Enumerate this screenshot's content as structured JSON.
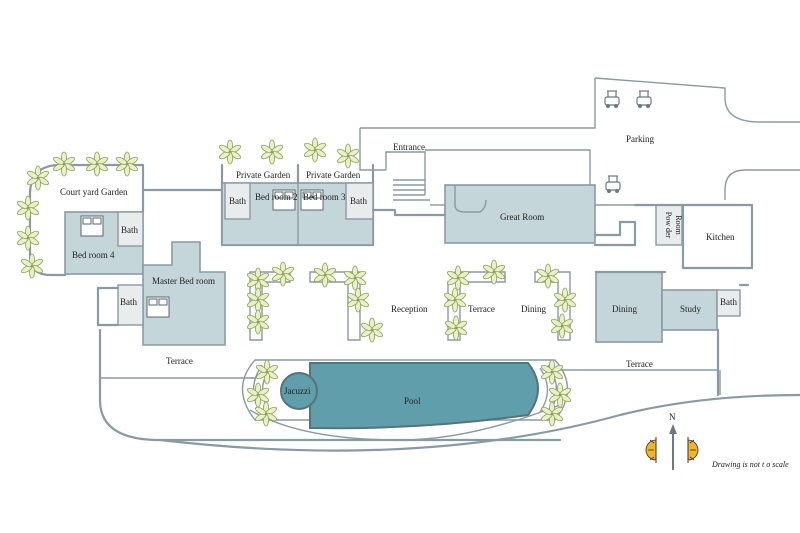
{
  "labels": {
    "parking": "Parking",
    "entrance": "Entrance",
    "courtyard_garden": "Court yard Garden",
    "private_garden_1": "Private Garden",
    "private_garden_2": "Private Garden",
    "bath_1": "Bath",
    "bath_2": "Bath",
    "bath_3": "Bath",
    "bath_4": "Bath",
    "bath_5": "Bath",
    "bedroom_2": "Bed room 2",
    "bedroom_3": "Bed room 3",
    "bedroom_4": "Bed room 4",
    "master_bedroom": "Master Bed room",
    "great_room": "Great Room",
    "powder_room_1": "Pow der",
    "powder_room_2": "Room",
    "kitchen": "Kitchen",
    "reception": "Reception",
    "terrace_center": "Terrace",
    "dining_center": "Dining",
    "dining_room": "Dining",
    "study": "Study",
    "terrace_left": "Terrace",
    "terrace_right": "Terrace",
    "jacuzzi": "Jacuzzi",
    "pool": "Pool",
    "compass_n": "N",
    "scale_note": "Drawing is not t o scale"
  },
  "colors": {
    "room_fill": "#c4d6d9",
    "pool_fill": "#5f9eaa",
    "wall": "#8a9aa3",
    "plant": "#e8f0c8",
    "sun": "#f2b52a"
  },
  "icons": [
    "golf-cart-icon",
    "bed-icon",
    "plant-icon",
    "compass-icon",
    "sun-icon"
  ]
}
